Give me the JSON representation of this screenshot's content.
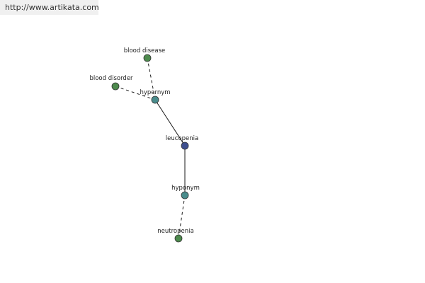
{
  "banner": {
    "url": "http://www.artikata.com"
  },
  "colors": {
    "central": "#3d4e8e",
    "relation": "#4a8d8d",
    "term": "#4d8a4d",
    "edge": "#1a1a1a",
    "banner_bg": "#f0f0f0"
  },
  "graph": {
    "nodes": [
      {
        "id": "blood-disease",
        "label": "blood disease",
        "kind": "term"
      },
      {
        "id": "blood-disorder",
        "label": "blood disorder",
        "kind": "term"
      },
      {
        "id": "hypernym",
        "label": "hypernym",
        "kind": "relation"
      },
      {
        "id": "leucopenia",
        "label": "leucopenia",
        "kind": "central"
      },
      {
        "id": "hyponym",
        "label": "hyponym",
        "kind": "relation"
      },
      {
        "id": "neutropenia",
        "label": "neutropenia",
        "kind": "term"
      }
    ],
    "edges": [
      {
        "from": "blood-disease",
        "to": "hypernym",
        "style": "dashed"
      },
      {
        "from": "blood-disorder",
        "to": "hypernym",
        "style": "dashed"
      },
      {
        "from": "hypernym",
        "to": "leucopenia",
        "style": "solid"
      },
      {
        "from": "leucopenia",
        "to": "hyponym",
        "style": "solid"
      },
      {
        "from": "hyponym",
        "to": "neutropenia",
        "style": "dashed"
      }
    ]
  }
}
